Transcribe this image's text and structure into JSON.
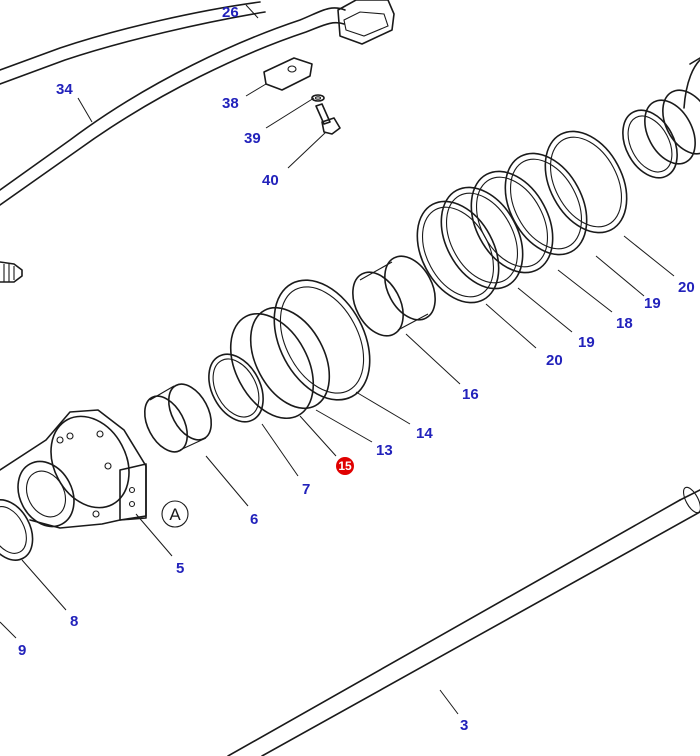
{
  "labels": {
    "p26": "26",
    "p34": "34",
    "p38": "38",
    "p39": "39",
    "p40": "40",
    "p20a": "20",
    "p19a": "19",
    "p18": "18",
    "p20b": "20",
    "p19b": "19",
    "p16": "16",
    "p14": "14",
    "p13": "13",
    "p15": "15",
    "p7": "7",
    "p6": "6",
    "p5": "5",
    "p8": "8",
    "p9": "9",
    "p3": "3"
  },
  "callout": {
    "detail": "A"
  },
  "colors": {
    "label": "#2222bb",
    "highlight": "#e00000",
    "line": "#1a1a1a"
  }
}
